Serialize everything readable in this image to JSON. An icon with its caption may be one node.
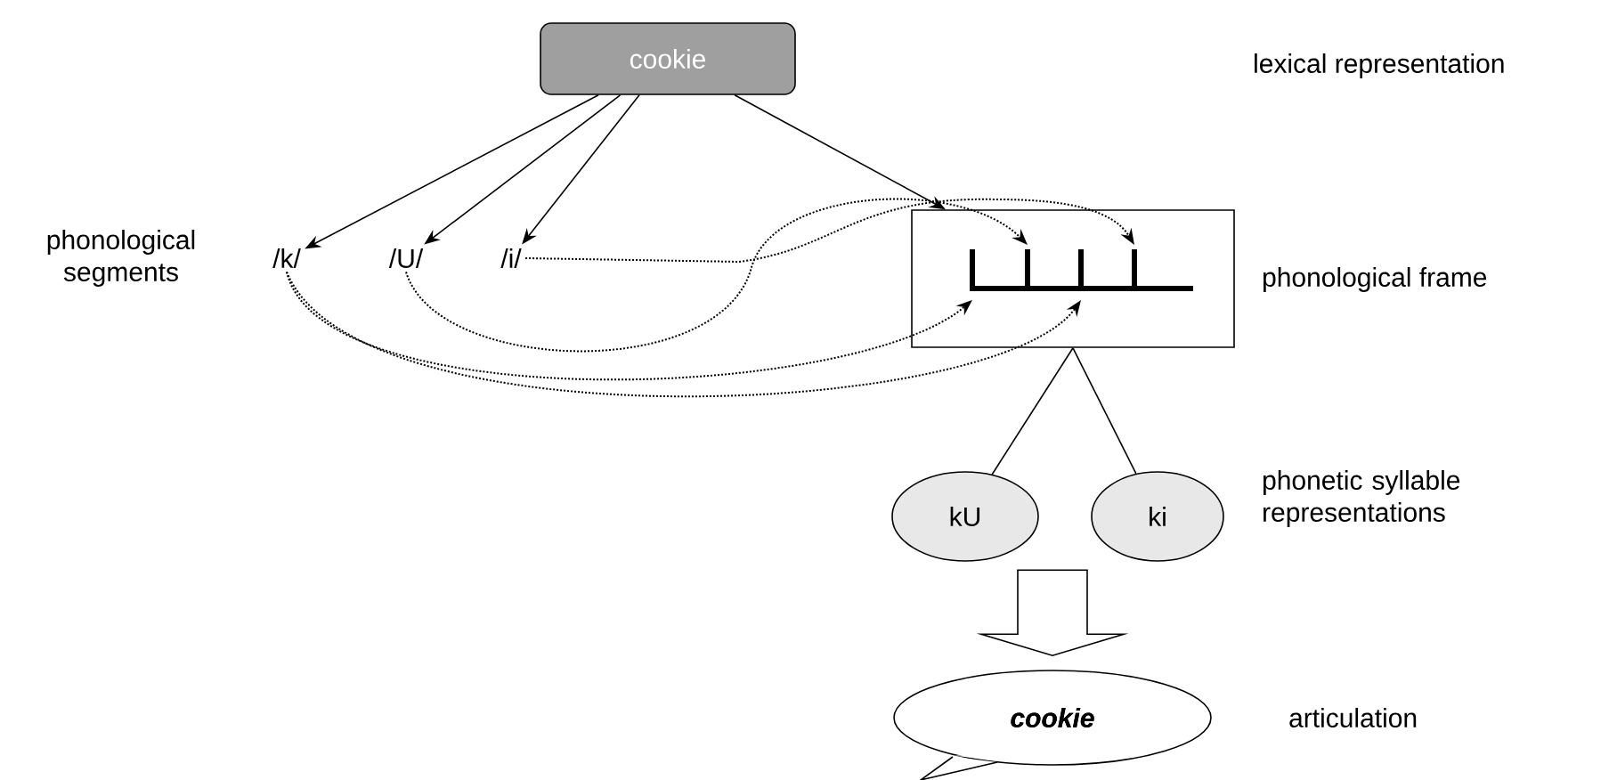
{
  "diagram": {
    "nodes": [
      {
        "text": [
          "cookie"
        ]
      },
      {
        "text": [
          "/k/"
        ]
      },
      {
        "text": [
          "/U/"
        ]
      },
      {
        "text": [
          "/i/"
        ]
      },
      {
        "text": [],
        "shape": "box",
        "beside": [
          "phonological frame"
        ]
      },
      {
        "text": [
          "kU"
        ]
      },
      {
        "text": [
          "ki"
        ]
      },
      {
        "text": [
          "cookie"
        ],
        "beside": [
          "articulation"
        ]
      }
    ],
    "edges": [
      {
        "from": 0,
        "to": 1,
        "arrow": "to"
      },
      {
        "from": 0,
        "to": 2,
        "arrow": "to"
      },
      {
        "from": 0,
        "to": 3,
        "arrow": "to"
      },
      {
        "from": 0,
        "to": 4,
        "arrow": "to"
      },
      {
        "from": 1,
        "to": 4,
        "arrow": "to",
        "style": "dashed"
      },
      {
        "from": 1,
        "to": 4,
        "arrow": "to",
        "style": "dashed"
      },
      {
        "from": 2,
        "to": 4,
        "arrow": "to",
        "style": "dashed"
      },
      {
        "from": 3,
        "to": 4,
        "arrow": "to",
        "style": "dashed"
      },
      {
        "from": 4,
        "to": 5,
        "arrow": "none"
      },
      {
        "from": 4,
        "to": 6,
        "arrow": "none"
      },
      {
        "from": null,
        "to": 7,
        "arrow": "to",
        "style": "thick"
      }
    ],
    "labels": [
      "lexical representation",
      "phonological segments",
      "phonetic syllable representations"
    ]
  }
}
